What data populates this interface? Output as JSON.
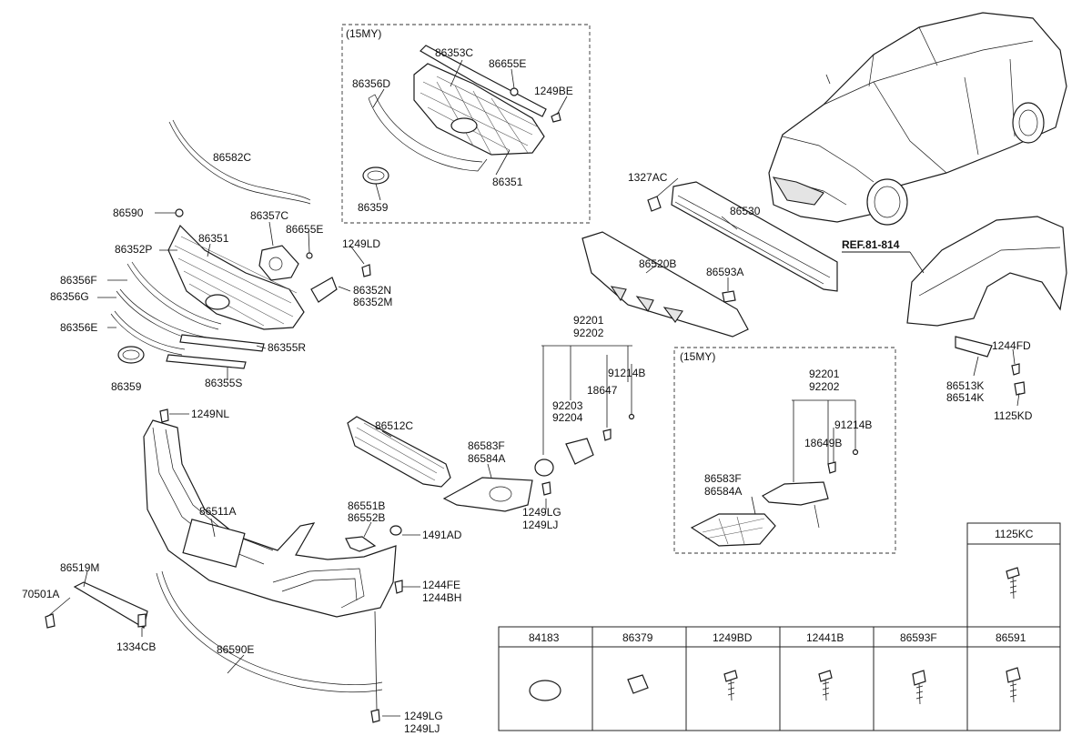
{
  "labels": {
    "inset_main_tag": "(15MY)",
    "inset_main_86353C": "86353C",
    "inset_main_86655E": "86655E",
    "inset_main_86356D": "86356D",
    "inset_main_1249BE": "1249BE",
    "inset_main_86351": "86351",
    "inset_main_86359": "86359",
    "grille_86582C": "86582C",
    "grille_86590": "86590",
    "grille_86351": "86351",
    "grille_86357C": "86357C",
    "grille_86655E": "86655E",
    "grille_86352P": "86352P",
    "grille_1249LD": "1249LD",
    "grille_86356F": "86356F",
    "grille_86356G": "86356G",
    "grille_86352N": "86352N",
    "grille_86352M": "86352M",
    "grille_86356E": "86356E",
    "grille_86355R": "86355R",
    "grille_86359": "86359",
    "grille_86355S": "86355S",
    "beam_1327AC": "1327AC",
    "beam_86530": "86530",
    "beam_86520B": "86520B",
    "beam_86593A": "86593A",
    "fender_ref": "REF.81-814",
    "fender_1244FD": "1244FD",
    "fender_86513K": "86513K",
    "fender_86514K": "86514K",
    "fender_1125KD": "1125KD",
    "fog_92201": "92201",
    "fog_92202": "92202",
    "fog_91214B": "91214B",
    "fog_18647": "18647",
    "fog_92203": "92203",
    "fog_92204": "92204",
    "fog_86583F": "86583F",
    "fog_86584A": "86584A",
    "fog_1249LG": "1249LG",
    "fog_1249LJ": "1249LJ",
    "lower_86512C": "86512C",
    "inset_fog_tag": "(15MY)",
    "inset_fog_92201": "92201",
    "inset_fog_92202": "92202",
    "inset_fog_91214B": "91214B",
    "inset_fog_18649B": "18649B",
    "inset_fog_86583F": "86583F",
    "inset_fog_86584A": "86584A",
    "bumper_1249NL": "1249NL",
    "bumper_86511A": "86511A",
    "bumper_86551B": "86551B",
    "bumper_86552B": "86552B",
    "bumper_1491AD": "1491AD",
    "bumper_86519M": "86519M",
    "bumper_70501A": "70501A",
    "bumper_1244FE": "1244FE",
    "bumper_1244BH": "1244BH",
    "bumper_1334CB": "1334CB",
    "bumper_86590E": "86590E",
    "bumper_1249LG": "1249LG",
    "bumper_1249LJ": "1249LJ"
  },
  "fastener_table": {
    "top_cell": "1125KC",
    "columns": [
      "84183",
      "86379",
      "1249BD",
      "12441B",
      "86593F",
      "86591"
    ]
  },
  "colors": {
    "line": "#1a1a1a",
    "background": "#ffffff"
  }
}
